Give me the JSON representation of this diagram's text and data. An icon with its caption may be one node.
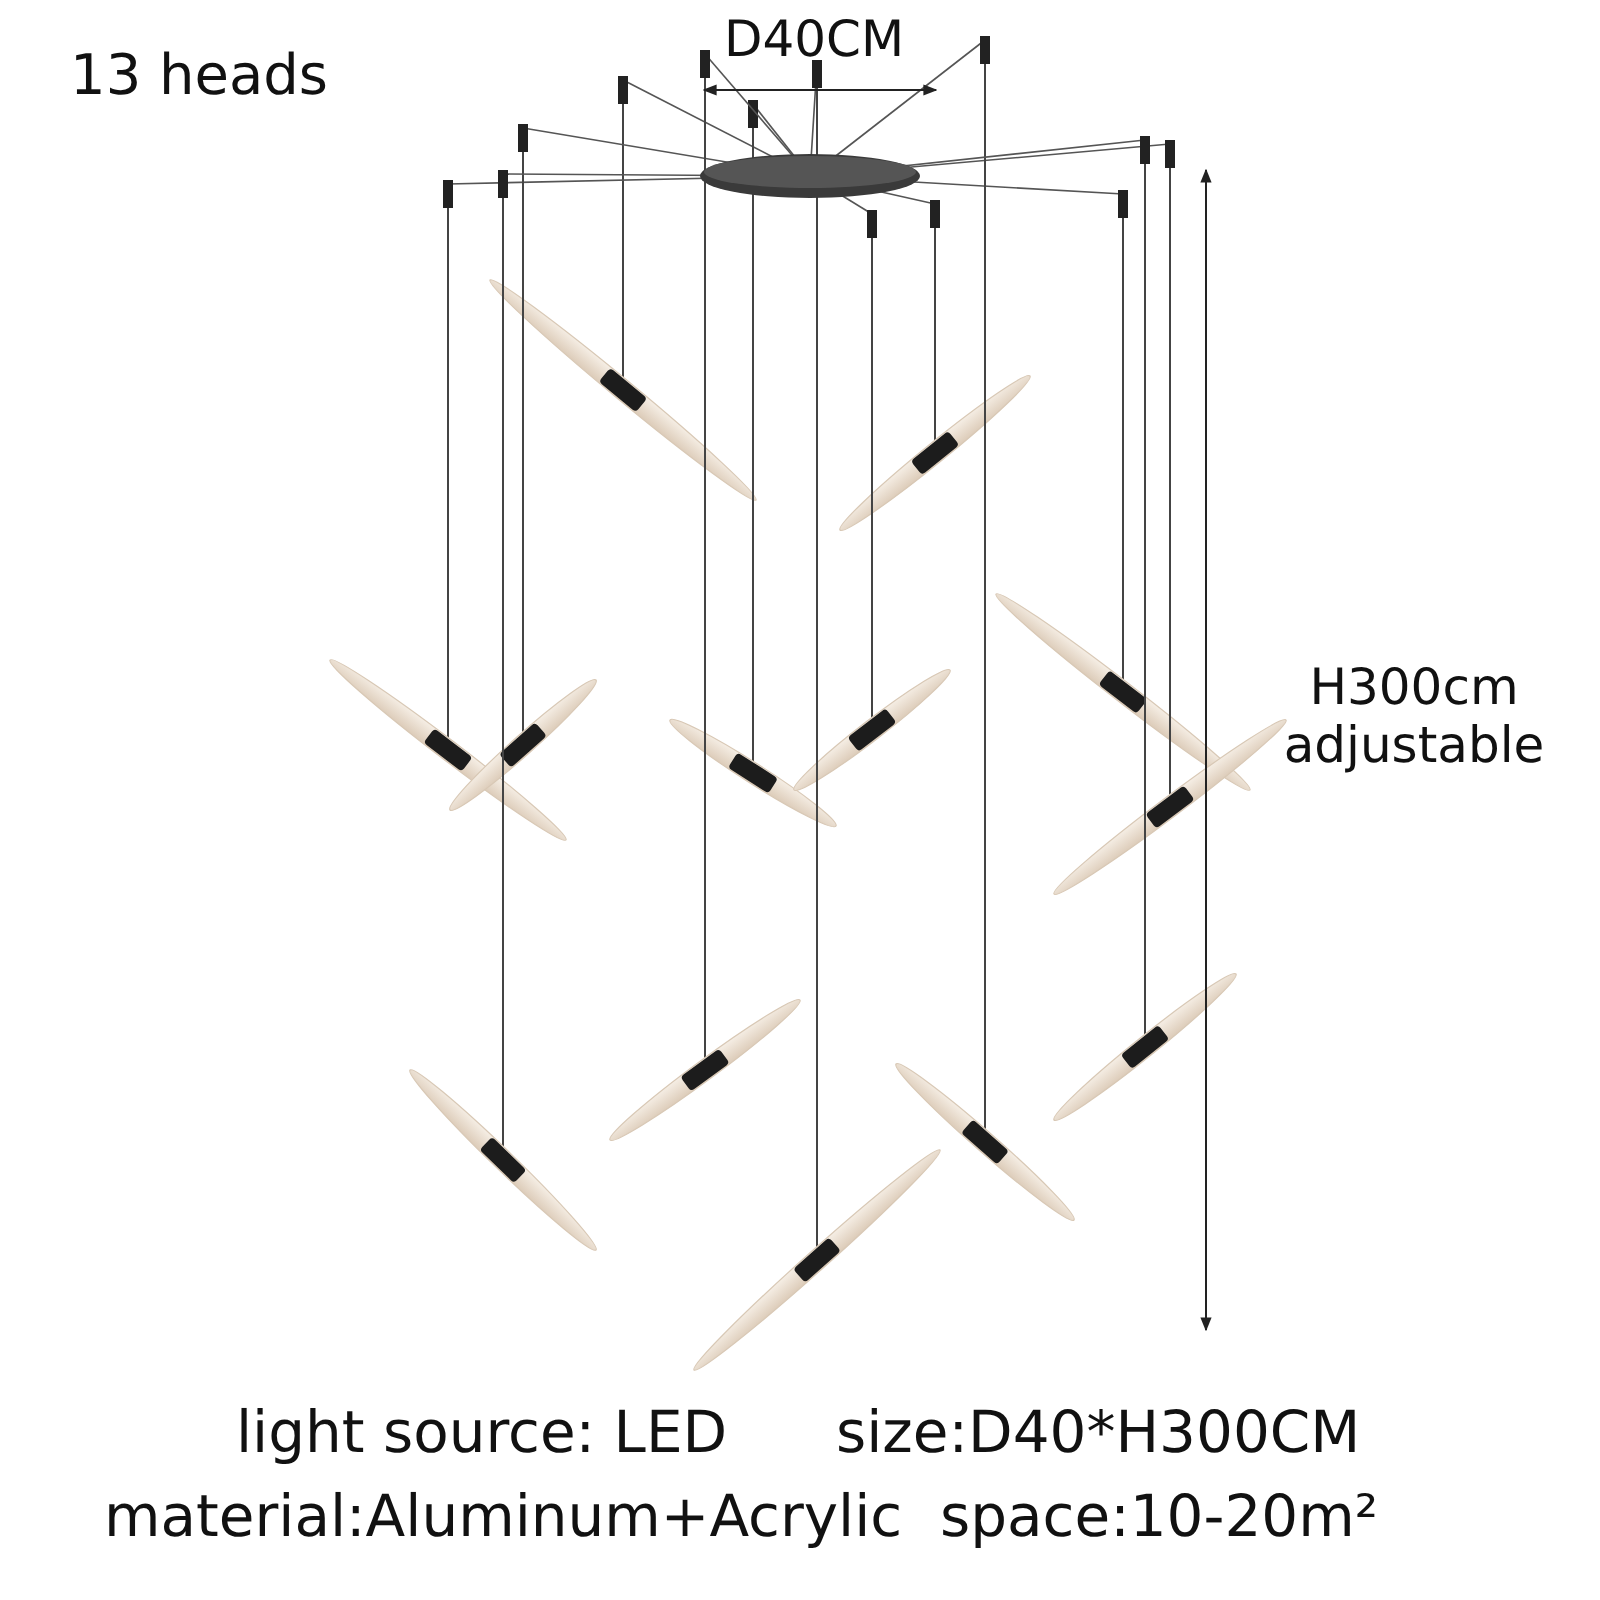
{
  "diagram": {
    "labels": [
      "13 heads",
      "D40CM",
      "H300cm adjustable",
      "light source: LED",
      "size:D40*H300CM",
      "material:Aluminum+Acrylic",
      "space:10-20m²"
    ]
  }
}
